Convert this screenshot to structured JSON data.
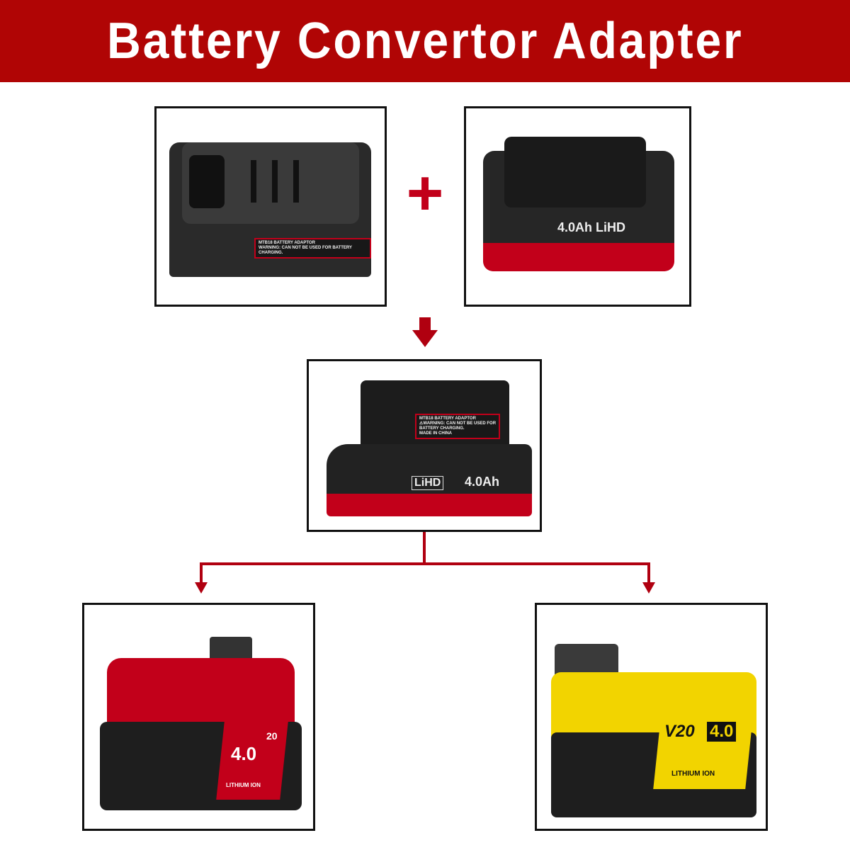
{
  "header": {
    "title": "Battery Convertor Adapter"
  },
  "colors": {
    "banner": "#b00505",
    "accent_red": "#c2001a",
    "yellow": "#f2d400"
  },
  "panels": {
    "adapter": {
      "label_line1": "MTB18 BATTERY ADAPTOR",
      "label_line2": "WARNING: CAN NOT BE USED FOR BATTERY CHARGING."
    },
    "metabo_battery": {
      "brand": "LiHD",
      "capacity": "4.0Ah"
    },
    "combined": {
      "label_line1": "MTB18 BATTERY ADAPTOR",
      "label_line2": "⚠WARNING: CAN NOT BE USED FOR",
      "label_line3": "BATTERY CHARGING.",
      "label_line4": "MADE IN CHINA",
      "brand": "LiHD",
      "capacity": "4.0Ah"
    },
    "craftsman": {
      "capacity": "4.0",
      "voltage": "20",
      "chem": "LITHIUM ION"
    },
    "stanley": {
      "brand": "V20",
      "capacity": "4.0",
      "chem": "LITHIUM ION"
    }
  },
  "symbols": {
    "plus": "+",
    "arrow": "down-arrow"
  }
}
